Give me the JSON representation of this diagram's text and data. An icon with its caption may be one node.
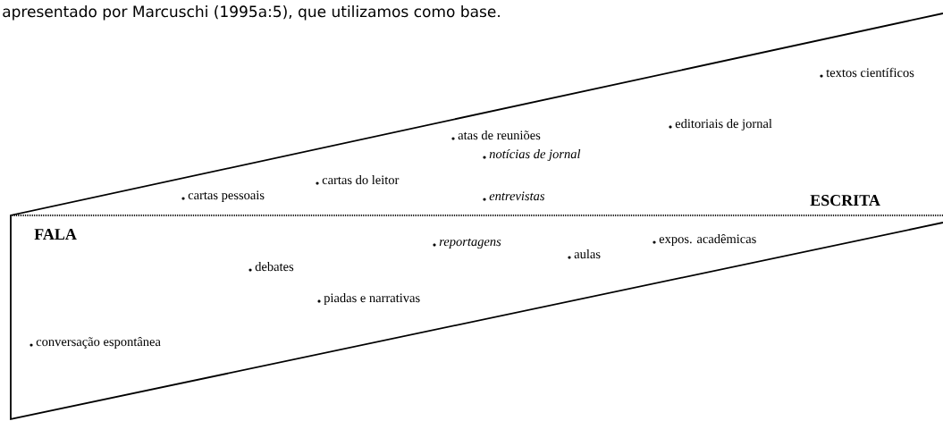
{
  "diagram": {
    "labels": [
      "apresentado por Marcuschi (1995a:5), que utilizamos como base.",
      "textos científicos",
      "editoriais de jornal",
      "atas de reuniões",
      "notícias de jornal",
      "cartas do leitor",
      "cartas pessoais",
      "entrevistas",
      "ESCRITA",
      "FALA",
      "reportagens",
      "expos. acadêmicas",
      "aulas",
      "debates",
      "piadas e narrativas",
      "conversação espontânea"
    ]
  }
}
